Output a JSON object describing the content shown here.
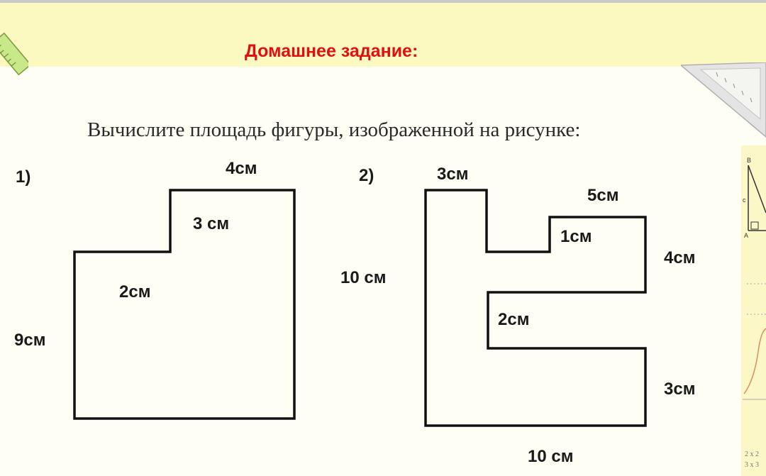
{
  "header": {
    "title": "Домашнее задание:",
    "title_color": "#e01010",
    "background": "#fbf8c0"
  },
  "task": {
    "instruction": "Вычислите площадь фигуры, изображенной на рисунке:"
  },
  "figure1": {
    "number": "1)",
    "labels": {
      "top": "4см",
      "step_vertical": "3 см",
      "step_horizontal": "2см",
      "left_height": "9см"
    }
  },
  "figure2": {
    "number": "2)",
    "labels": {
      "top_left": "3см",
      "upper_arm": "5см",
      "notch": "1см",
      "upper_arm_height": "4см",
      "left_height": "10 см",
      "gap": "2см",
      "lower_arm_height": "3см",
      "bottom": "10 см"
    }
  },
  "side_panel": {
    "line1": "2 x 2",
    "line2": "3 x 3"
  }
}
